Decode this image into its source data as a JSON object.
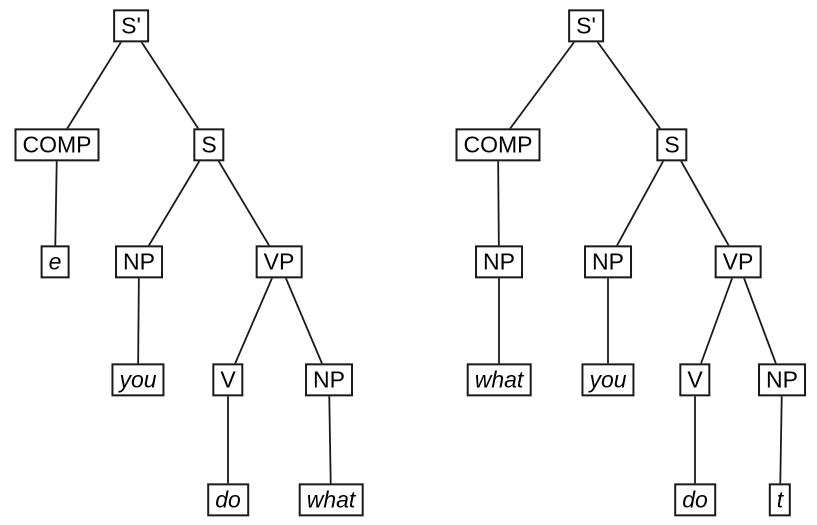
{
  "figure": {
    "background_color": "#ffffff",
    "line_color": "#1a1a1a",
    "box_border_color": "#1a1a1a",
    "text_color": "#000000",
    "trees": [
      {
        "position": "left",
        "nodes": [
          {
            "id": "s-prime",
            "label": "S'",
            "terminal": false
          },
          {
            "id": "comp",
            "label": "COMP",
            "terminal": false
          },
          {
            "id": "s",
            "label": "S",
            "terminal": false
          },
          {
            "id": "e",
            "label": "e",
            "terminal": true
          },
          {
            "id": "np-subject",
            "label": "NP",
            "terminal": false
          },
          {
            "id": "vp",
            "label": "VP",
            "terminal": false
          },
          {
            "id": "you",
            "label": "you",
            "terminal": true
          },
          {
            "id": "v",
            "label": "V",
            "terminal": false
          },
          {
            "id": "np-object",
            "label": "NP",
            "terminal": false
          },
          {
            "id": "do",
            "label": "do",
            "terminal": true
          },
          {
            "id": "what",
            "label": "what",
            "terminal": true
          }
        ],
        "edges": [
          [
            "S'",
            "COMP"
          ],
          [
            "S'",
            "S"
          ],
          [
            "COMP",
            "e"
          ],
          [
            "S",
            "NP"
          ],
          [
            "S",
            "VP"
          ],
          [
            "NP",
            "you"
          ],
          [
            "VP",
            "V"
          ],
          [
            "VP",
            "NP"
          ],
          [
            "V",
            "do"
          ],
          [
            "NP",
            "what"
          ]
        ]
      },
      {
        "position": "right",
        "nodes": [
          {
            "id": "s-prime",
            "label": "S'",
            "terminal": false
          },
          {
            "id": "comp",
            "label": "COMP",
            "terminal": false
          },
          {
            "id": "s",
            "label": "S",
            "terminal": false
          },
          {
            "id": "np-comp",
            "label": "NP",
            "terminal": false
          },
          {
            "id": "np-subject",
            "label": "NP",
            "terminal": false
          },
          {
            "id": "vp",
            "label": "VP",
            "terminal": false
          },
          {
            "id": "what",
            "label": "what",
            "terminal": true
          },
          {
            "id": "you",
            "label": "you",
            "terminal": true
          },
          {
            "id": "v",
            "label": "V",
            "terminal": false
          },
          {
            "id": "np-object",
            "label": "NP",
            "terminal": false
          },
          {
            "id": "do",
            "label": "do",
            "terminal": true
          },
          {
            "id": "t",
            "label": "t",
            "terminal": true
          }
        ],
        "edges": [
          [
            "S'",
            "COMP"
          ],
          [
            "S'",
            "S"
          ],
          [
            "COMP",
            "NP"
          ],
          [
            "NP",
            "what"
          ],
          [
            "S",
            "NP"
          ],
          [
            "NP",
            "you"
          ],
          [
            "S",
            "VP"
          ],
          [
            "VP",
            "V"
          ],
          [
            "VP",
            "NP"
          ],
          [
            "V",
            "do"
          ],
          [
            "NP",
            "t"
          ]
        ]
      }
    ]
  }
}
